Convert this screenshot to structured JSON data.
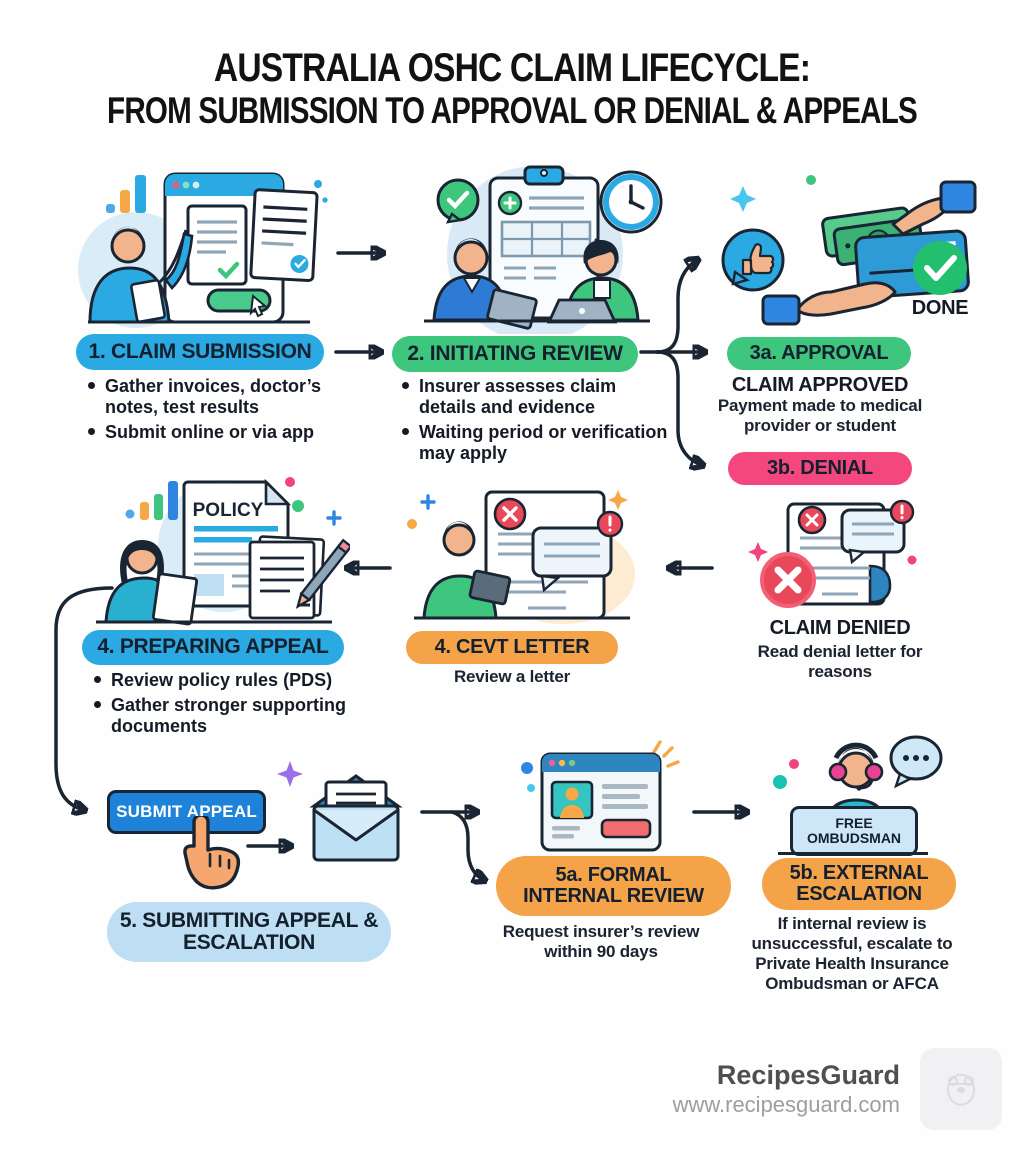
{
  "title": {
    "line1": "AUSTRALIA OSHC CLAIM LIFECYCLE:",
    "line2": "FROM SUBMISSION TO APPROVAL OR DENIAL & APPEALS"
  },
  "colors": {
    "blue_pill": "#2BA9E2",
    "green_pill": "#3EC57E",
    "pink_pill": "#F4477E",
    "orange_pill": "#F5A348",
    "light_blue_pill": "#BEDEF3",
    "button_blue": "#1E83D8",
    "outline": "#1A2533",
    "done_green": "#22C06E"
  },
  "steps": {
    "claim_submission": {
      "label": "1. CLAIM SUBMISSION",
      "bullets": [
        "Gather invoices, doctor’s notes, test results",
        "Submit online or via app"
      ]
    },
    "initiating_review": {
      "label": "2. INITIATING REVIEW",
      "bullets": [
        "Insurer assesses claim details and evidence",
        "Waiting period or verification may apply"
      ]
    },
    "approval": {
      "label": "3a. APPROVAL",
      "heading": "CLAIM APPROVED",
      "text": "Payment made to medical provider or student",
      "done_label": "DONE"
    },
    "denial": {
      "label": "3b. DENIAL"
    },
    "claim_denied": {
      "heading": "CLAIM DENIED",
      "text": "Read denial letter for reasons"
    },
    "cevt_letter": {
      "label": "4. CEVT LETTER",
      "text": "Review a letter"
    },
    "preparing_appeal": {
      "label": "4. PREPARING APPEAL",
      "policy_doc_label": "POLICY",
      "bullets": [
        "Review policy rules (PDS)",
        "Gather stronger supporting documents"
      ]
    },
    "submitting_appeal": {
      "button_label": "SUBMIT APPEAL",
      "label": "5. SUBMITTING APPEAL & ESCALATION"
    },
    "formal_internal_review": {
      "label": "5a. FORMAL INTERNAL REVIEW",
      "text": "Request insurer’s review within 90 days"
    },
    "external_escalation": {
      "label": "5b. EXTERNAL ESCALATION",
      "sign_label": "FREE OMBUDSMAN",
      "text": "If internal review is unsuccessful, escalate to Private Health Insurance Ombudsman or AFCA"
    }
  },
  "footer": {
    "brand": "RecipesGuard",
    "website": "www.recipesguard.com"
  }
}
